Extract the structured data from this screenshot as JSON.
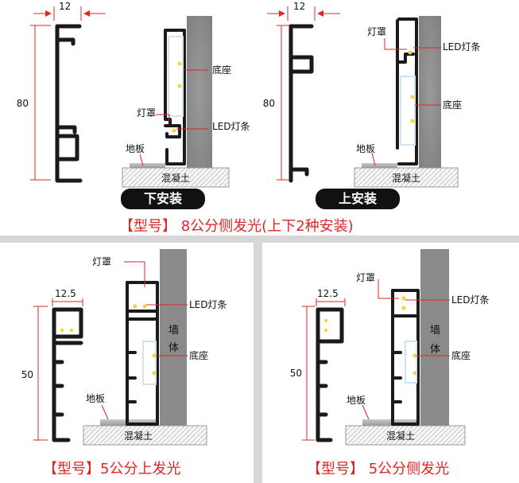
{
  "top": {
    "left_dim_width": "12",
    "left_dim_height": "80",
    "left_labels": {
      "base": "底座",
      "cover": "灯罩",
      "led": "LED灯条",
      "floor": "地板",
      "concrete": "混凝土"
    },
    "left_button": "下安装",
    "right_dim_width": "12",
    "right_dim_height": "80",
    "right_labels": {
      "cover": "灯罩",
      "led": "LED灯条",
      "base": "底座",
      "floor": "地板",
      "concrete": "混凝土"
    },
    "right_button": "上安装",
    "caption": "【型号】 8公分侧发光(上下2种安装)"
  },
  "bottom_left": {
    "dim_width": "12.5",
    "dim_height": "50",
    "labels": {
      "cover": "灯罩",
      "led": "LED灯条",
      "wall": "墙",
      "wall2": "体",
      "base": "底座",
      "floor": "地板",
      "concrete": "混凝土"
    },
    "caption": "【型号】5公分上发光"
  },
  "bottom_right": {
    "dim_width": "12.5",
    "dim_height": "50",
    "labels": {
      "cover": "灯罩",
      "led": "LED灯条",
      "wall": "墙",
      "wall2": "体",
      "base": "底座",
      "floor": "地板",
      "concrete": "混凝土"
    },
    "caption": "【型号】 5公分侧发光"
  },
  "colors": {
    "accent": "#e12525",
    "wall": "#8a8a8a",
    "profile": "#1a1a1a",
    "led": "#f2d53a"
  }
}
